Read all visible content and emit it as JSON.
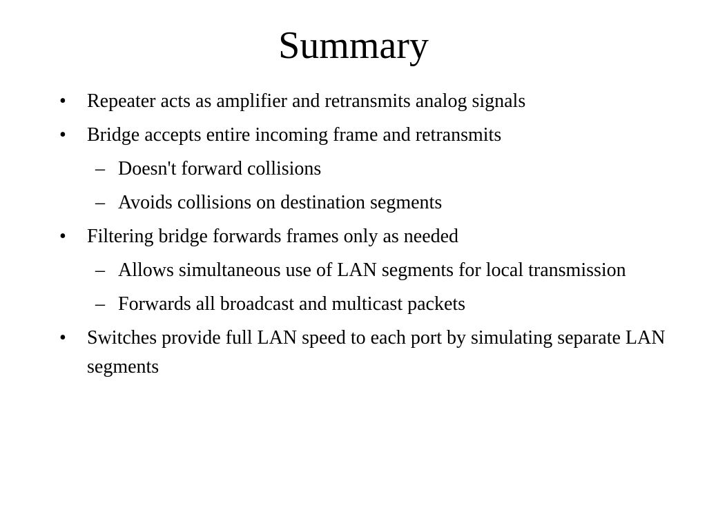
{
  "slide": {
    "title": "Summary",
    "bullets": [
      {
        "level": 1,
        "marker": "•",
        "text": "Repeater acts as amplifier and retransmits analog signals"
      },
      {
        "level": 1,
        "marker": "•",
        "text": "Bridge accepts entire incoming frame and retransmits"
      },
      {
        "level": 2,
        "marker": "–",
        "text": "Doesn't forward collisions"
      },
      {
        "level": 2,
        "marker": "–",
        "text": "Avoids collisions on destination segments"
      },
      {
        "level": 1,
        "marker": "•",
        "text": "Filtering bridge forwards frames only as needed"
      },
      {
        "level": 2,
        "marker": "–",
        "text": "Allows simultaneous use of LAN segments for local transmission"
      },
      {
        "level": 2,
        "marker": "–",
        "text": "Forwards all broadcast and multicast packets"
      },
      {
        "level": 1,
        "marker": "•",
        "text": "Switches provide full LAN speed to each port by simulating separate LAN segments"
      }
    ]
  }
}
